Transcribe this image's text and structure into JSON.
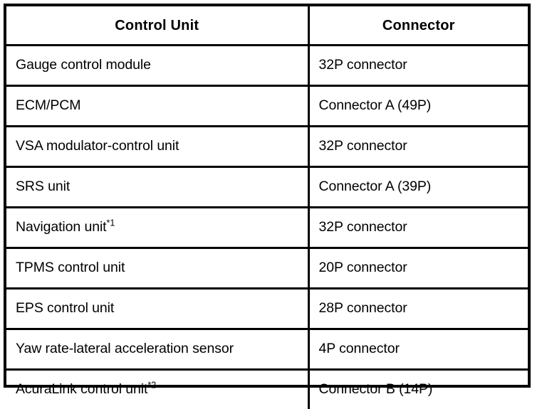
{
  "table": {
    "name": "control-unit-connector-table",
    "columns": [
      {
        "key": "control_unit",
        "label": "Control Unit"
      },
      {
        "key": "connector",
        "label": "Connector"
      }
    ],
    "rows": [
      {
        "control_unit": "Gauge control module",
        "control_unit_note": "",
        "connector": "32P connector"
      },
      {
        "control_unit": "ECM/PCM",
        "control_unit_note": "",
        "connector": "Connector A (49P)"
      },
      {
        "control_unit": "VSA modulator-control unit",
        "control_unit_note": "",
        "connector": "32P connector"
      },
      {
        "control_unit": "SRS unit",
        "control_unit_note": "",
        "connector": "Connector A (39P)"
      },
      {
        "control_unit": "Navigation unit",
        "control_unit_note": "*1",
        "connector": "32P connector"
      },
      {
        "control_unit": "TPMS control unit",
        "control_unit_note": "",
        "connector": "20P connector"
      },
      {
        "control_unit": "EPS control unit",
        "control_unit_note": "",
        "connector": "28P connector"
      },
      {
        "control_unit": "Yaw rate-lateral acceleration sensor",
        "control_unit_note": "",
        "connector": "4P connector"
      },
      {
        "control_unit": "AcuraLink control unit",
        "control_unit_note": "*2",
        "connector": "Connector B (14P)"
      }
    ]
  },
  "style": {
    "text_color": "#000000",
    "background_color": "#ffffff",
    "border_color": "#000000"
  }
}
